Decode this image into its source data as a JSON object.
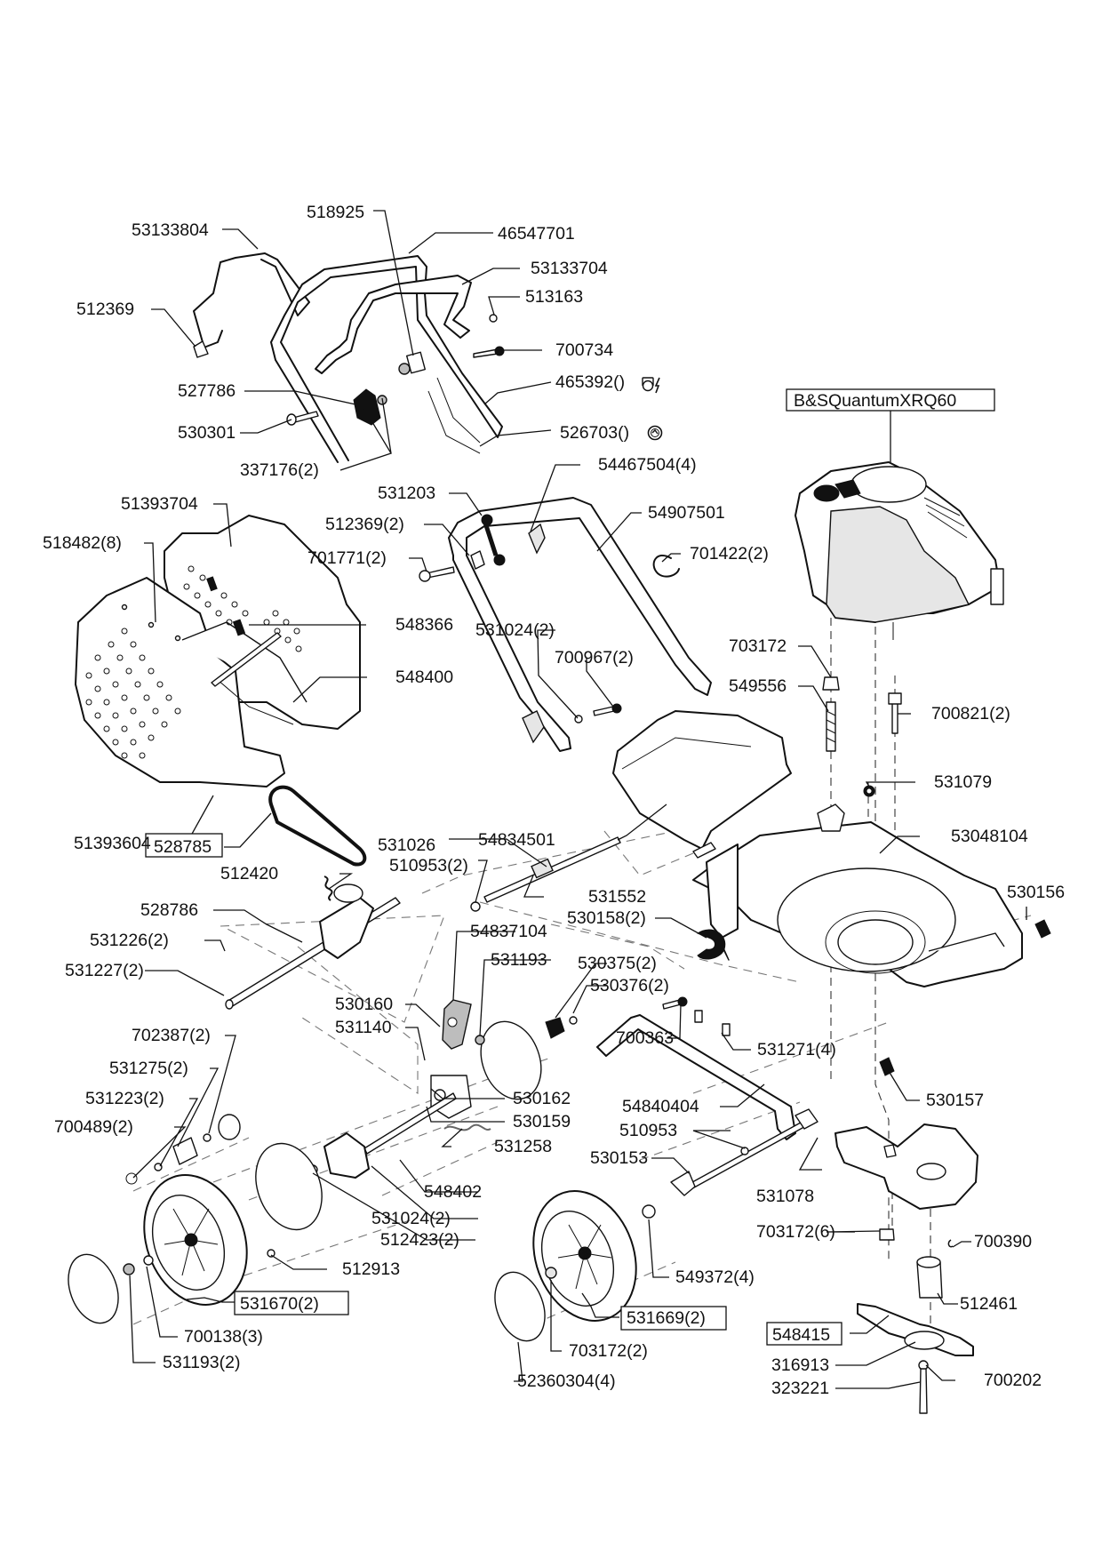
{
  "diagram": {
    "title": "Lawn mower exploded parts view",
    "engine_label": "B&SQuantumXRQ60",
    "parts": {
      "p53133804": "53133804",
      "p518925": "518925",
      "p46547701": "46547701",
      "p53133704": "53133704",
      "p512369": "512369",
      "p513163": "513163",
      "p700734": "700734",
      "p465392": "465392()",
      "p527786": "527786",
      "p530301": "530301",
      "p526703": "526703()",
      "p337176": "337176(2)",
      "p531203": "531203",
      "p54467504": "54467504(4)",
      "p51393704": "51393704",
      "p512369_2": "512369(2)",
      "p54907501": "54907501",
      "p518482": "518482(8)",
      "p701771": "701771(2)",
      "p701422": "701422(2)",
      "p548366": "548366",
      "p531024_a": "531024(2)",
      "p703172": "703172",
      "p700967": "700967(2)",
      "p549556": "549556",
      "p548400": "548400",
      "p700821": "700821(2)",
      "p531079": "531079",
      "p51393604": "51393604",
      "p54834501": "54834501",
      "p528785": "528785",
      "p531026": "531026",
      "p53048104": "53048104",
      "p510953_2": "510953(2)",
      "p512420": "512420",
      "p531552": "531552",
      "p530156": "530156",
      "p530158": "530158(2)",
      "p528786": "528786",
      "p54837104": "54837104",
      "p531226": "531226(2)",
      "p531193": "531193",
      "p530375": "530375(2)",
      "p531227": "531227(2)",
      "p530376": "530376(2)",
      "p530160": "530160",
      "p531140": "531140",
      "p702387": "702387(2)",
      "p531271": "531271(4)",
      "p531275": "531275(2)",
      "p700363": "700363",
      "p531223": "531223(2)",
      "p530162": "530162",
      "p530157": "530157",
      "p54840404": "54840404",
      "p700489": "700489(2)",
      "p530159": "530159",
      "p510953": "510953",
      "p531258": "531258",
      "p530153": "530153",
      "p548402": "548402",
      "p531078": "531078",
      "p531024_b": "531024(2)",
      "p512423": "512423(2)",
      "p703172_6": "703172(6)",
      "p700390": "700390",
      "p512913": "512913",
      "p549372": "549372(4)",
      "p531670": "531670(2)",
      "p512461": "512461",
      "p700138": "700138(3)",
      "p531669": "531669(2)",
      "p548415": "548415",
      "p531193_2": "531193(2)",
      "p703172_2": "703172(2)",
      "p316913": "316913",
      "p700202": "700202",
      "p323221": "323221",
      "p52360304": "52360304(4)"
    },
    "symbols": {
      "p465392_symbol": "engine-brake-symbol",
      "p526703_symbol": "self-propel-symbol"
    }
  }
}
